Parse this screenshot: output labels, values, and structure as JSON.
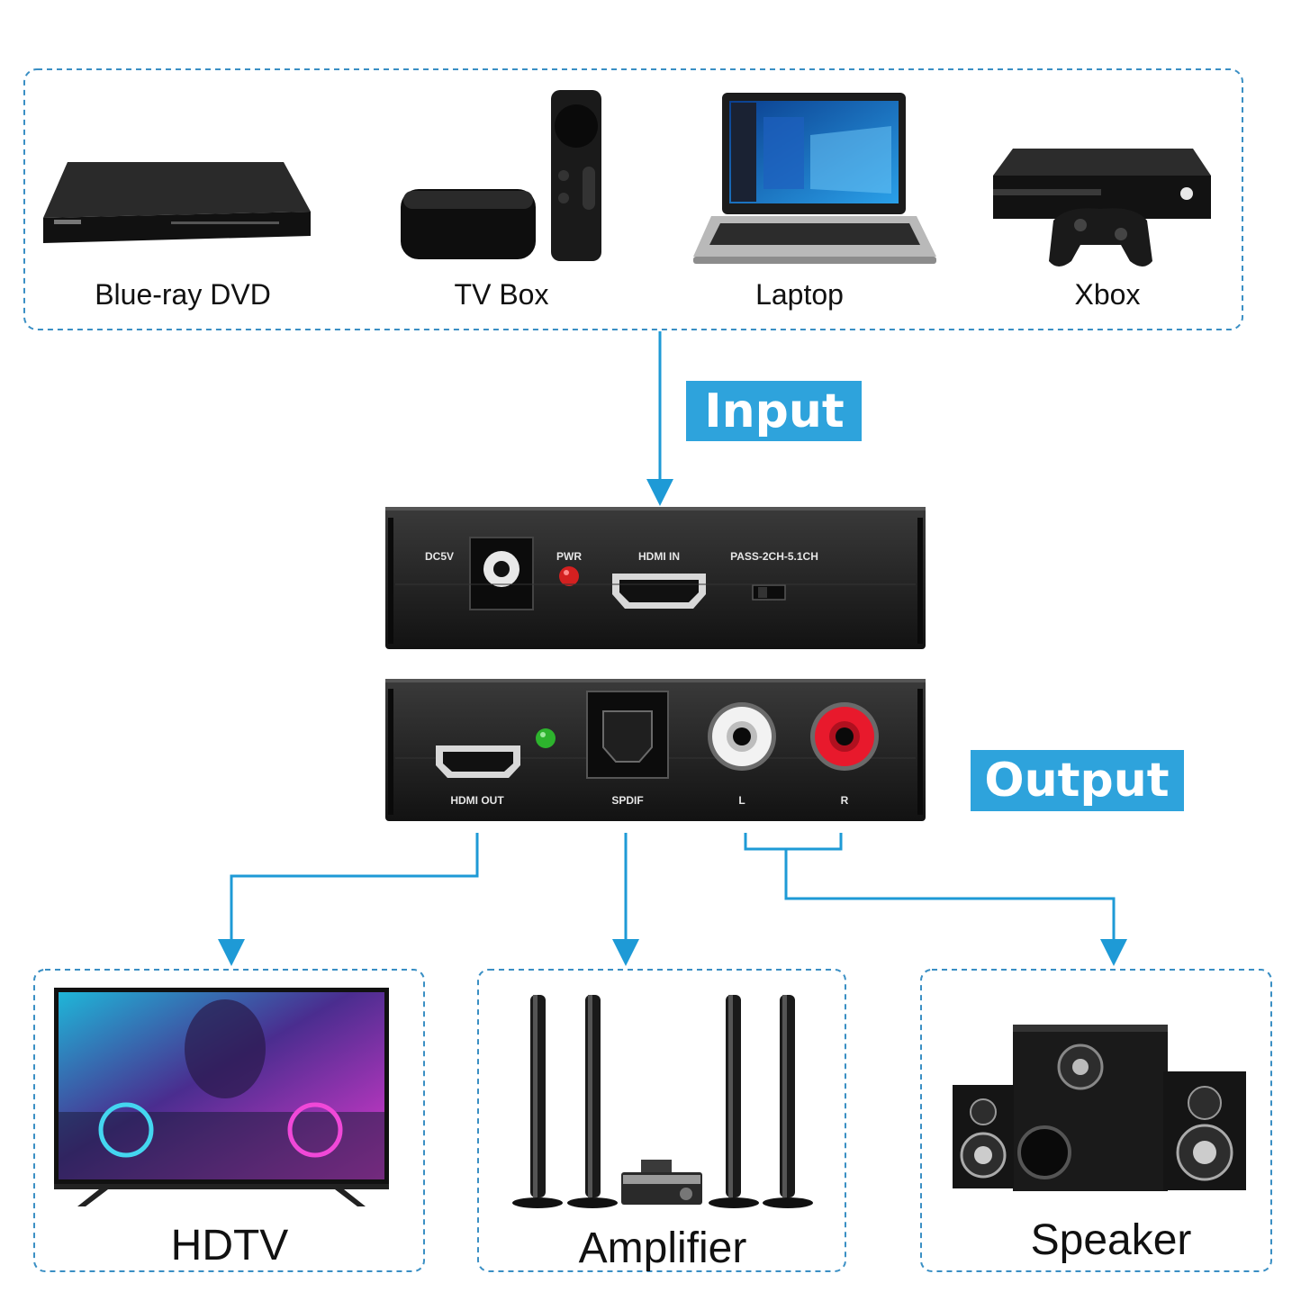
{
  "sources": {
    "bluray_label": "Blue-ray DVD",
    "tvbox_label": "TV Box",
    "laptop_label": "Laptop",
    "xbox_label": "Xbox"
  },
  "tags": {
    "input": "Input",
    "output": "Output"
  },
  "front_panel": {
    "dc_label": "DC5V",
    "pwr_label": "PWR",
    "hdmi_in_label": "HDMI IN",
    "switch_label": "PASS-2CH-5.1CH"
  },
  "back_panel": {
    "hdmi_out_label": "HDMI OUT",
    "spdif_label": "SPDIF",
    "l_label": "L",
    "r_label": "R"
  },
  "destinations": {
    "hdtv_label": "HDTV",
    "amplifier_label": "Amplifier",
    "speaker_label": "Speaker"
  },
  "colors": {
    "accent": "#1e9ad6",
    "dash_border": "#3a8fc4",
    "device_body": "#1b1b1b",
    "led_red": "#d42020",
    "led_green": "#2db32d"
  }
}
